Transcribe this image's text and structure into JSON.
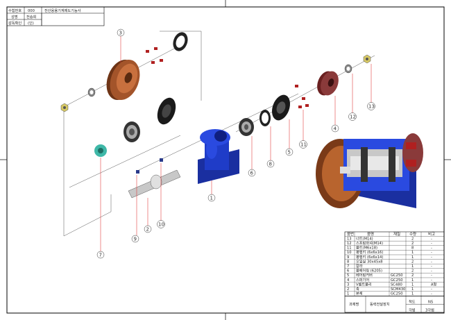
{
  "title_block": {
    "rows": [
      {
        "label": "수험번호",
        "value": "000",
        "extra": "전산응용기계제도기능사"
      },
      {
        "label": "성명",
        "value": "전승희"
      },
      {
        "label": "감독확인",
        "value": "(인)"
      }
    ]
  },
  "callouts": [
    "1",
    "2",
    "3",
    "4",
    "5",
    "6",
    "7",
    "8",
    "9",
    "10",
    "11",
    "12",
    "13"
  ],
  "parts_list": {
    "headers": [
      "품번",
      "품명",
      "재질",
      "수량",
      "비고"
    ],
    "rows": [
      {
        "no": "13",
        "name": "너트(M14)",
        "material": "",
        "qty": "2",
        "note": "-"
      },
      {
        "no": "12",
        "name": "스프링와셔(M14)",
        "material": "",
        "qty": "2",
        "note": "-"
      },
      {
        "no": "11",
        "name": "볼트(M6x18)",
        "material": "",
        "qty": "8",
        "note": "-"
      },
      {
        "no": "10",
        "name": "평행키 (6x6x16)",
        "material": "",
        "qty": "1",
        "note": "-"
      },
      {
        "no": "9",
        "name": "평행키 (6x6x14)",
        "material": "",
        "qty": "1",
        "note": "-"
      },
      {
        "no": "8",
        "name": "오일실 30x45x8",
        "material": "",
        "qty": "2",
        "note": "-"
      },
      {
        "no": "7",
        "name": "칼라",
        "material": "",
        "qty": "1",
        "note": "-"
      },
      {
        "no": "6",
        "name": "볼베어링 (6205)",
        "material": "",
        "qty": "2",
        "note": "-"
      },
      {
        "no": "5",
        "name": "베어링커버",
        "material": "GC250",
        "qty": "2",
        "note": "-"
      },
      {
        "no": "4",
        "name": "스퍼기어",
        "material": "GC250",
        "qty": "1",
        "note": "-"
      },
      {
        "no": "3",
        "name": "V벨트풀리",
        "material": "SC480",
        "qty": "1",
        "note": "A형"
      },
      {
        "no": "2",
        "name": "축",
        "material": "SCM430",
        "qty": "1",
        "note": "-"
      },
      {
        "no": "1",
        "name": "본체",
        "material": "GC250",
        "qty": "1",
        "note": "-"
      }
    ],
    "footer": {
      "label": "과제명",
      "title": "동력전달장치",
      "scale_label": "척도",
      "scale": "NS",
      "method_label": "각법",
      "method": "3각법"
    }
  },
  "colors": {
    "body": "#1f3cc8",
    "pulley": "#a3542a",
    "gear": "#8a3a3a",
    "bolt": "#b02020",
    "collar": "#3fb8a8",
    "shaft": "#c8c8c8",
    "callout_line": "#e04040"
  }
}
